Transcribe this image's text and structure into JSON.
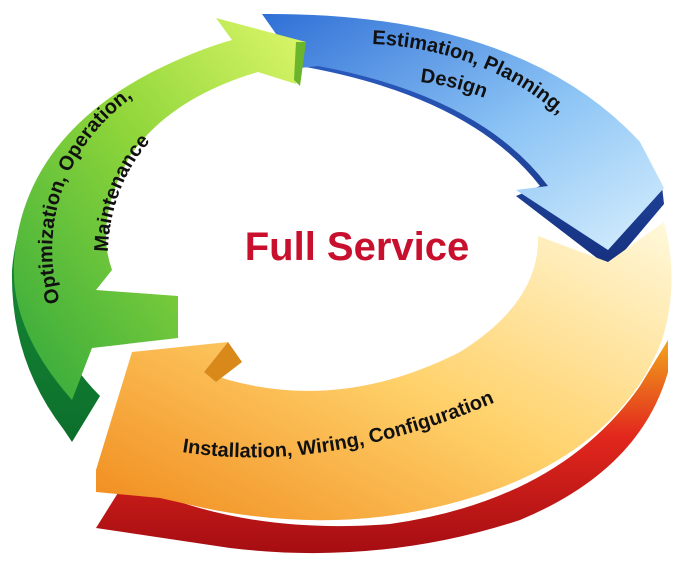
{
  "diagram": {
    "center_title": "Full Service",
    "center_color": "#c8102e",
    "steps": [
      {
        "id": "estimation",
        "label_lines": [
          "Estimation, Planning,",
          "Design"
        ],
        "colors": {
          "top_light": "#cdeafc",
          "top_dark": "#4f95e4",
          "side": "#1e3f99"
        }
      },
      {
        "id": "installation",
        "label_lines": [
          "Installation, Wiring, Configuration"
        ],
        "colors": {
          "top_light": "#fff7d6",
          "top_dark": "#f5a623",
          "side": "#d11a1a"
        }
      },
      {
        "id": "optimization",
        "label_lines": [
          "Optimization, Operation,",
          "Maintenance"
        ],
        "colors": {
          "top_light": "#c9f25a",
          "top_dark": "#3fb530",
          "side": "#128a3a"
        }
      }
    ]
  }
}
